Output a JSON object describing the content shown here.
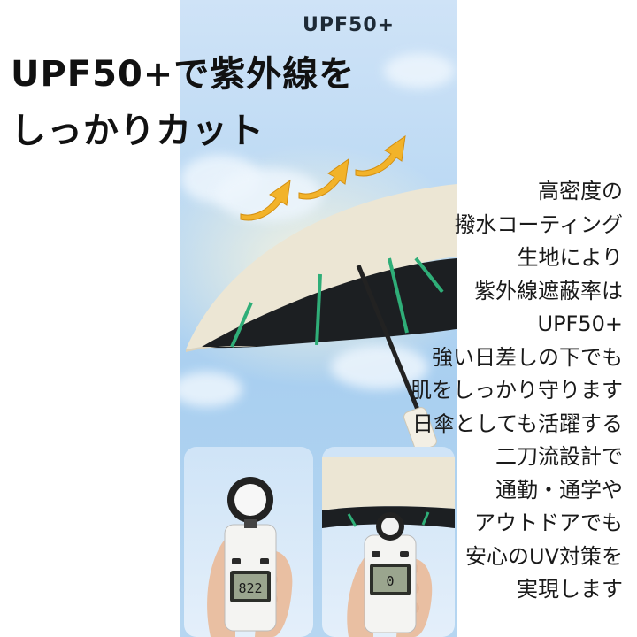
{
  "badge": "UPF50+",
  "headline": {
    "line1": "UPF50+で紫外線を",
    "line2": "しっかりカット"
  },
  "description": [
    "高密度の",
    "撥水コーティング",
    "生地により",
    "紫外線遮蔽率は",
    "UPF50+",
    "強い日差しの下でも",
    "肌をしっかり守ります",
    "日傘としても活躍する",
    "二刀流設計で",
    "通勤・通学や",
    "アウトドアでも",
    "安心のUV対策を",
    "実現します"
  ],
  "meter_readings": {
    "left": "822",
    "right": "0"
  },
  "colors": {
    "canopy_outer": "#ece6d4",
    "canopy_inner": "#1c1f22",
    "rib_accent": "#2fae78",
    "arrow": "#f2b32a",
    "meter_body": "#f4f4f2"
  }
}
